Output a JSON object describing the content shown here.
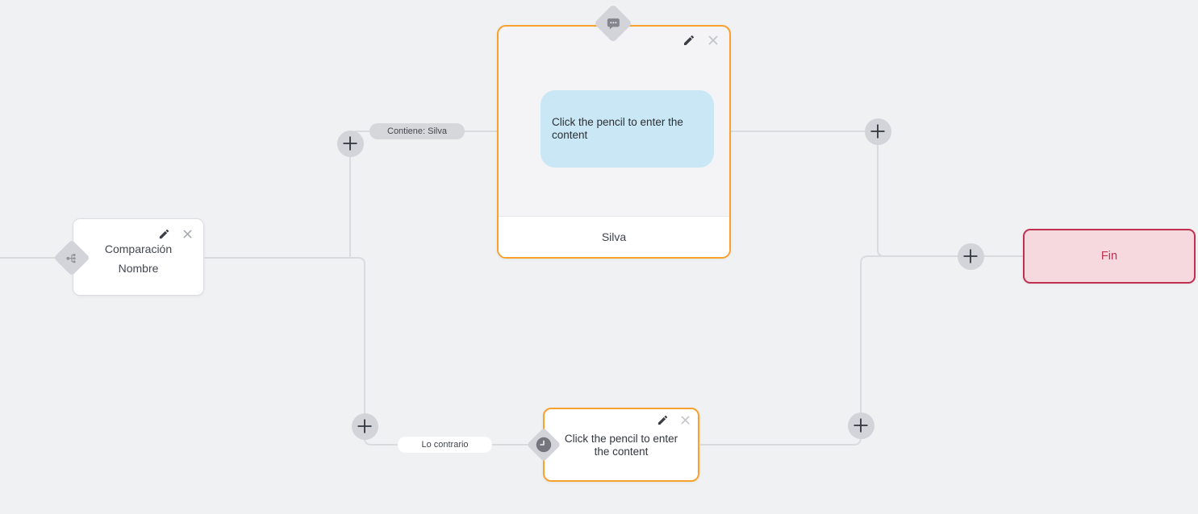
{
  "flow": {
    "condition_node": {
      "title": "Comparación",
      "subtitle": "Nombre"
    },
    "message_node": {
      "bubble_text": "Click the pencil to enter the content",
      "footer_label": "Silva"
    },
    "delay_node": {
      "placeholder_text": "Click the pencil to enter the content"
    },
    "end_node": {
      "label": "Fin"
    },
    "edge_labels": {
      "contains": "Contiene: Silva",
      "otherwise": "Lo contrario"
    }
  },
  "icons": {
    "condition": "branch-icon",
    "message": "chat-bubble-icon",
    "delay": "clock-icon",
    "edit": "pencil-icon",
    "delete": "close-icon",
    "add": "plus-icon"
  },
  "colors": {
    "canvas_bg": "#f0f1f3",
    "connector": "#d9dbdf",
    "accent_orange": "#f8a12e",
    "end_bg": "#f5d9de",
    "end_accent": "#bf3051",
    "bubble_blue": "#c9e7f5",
    "diamond_gray": "#d2d4d9"
  }
}
